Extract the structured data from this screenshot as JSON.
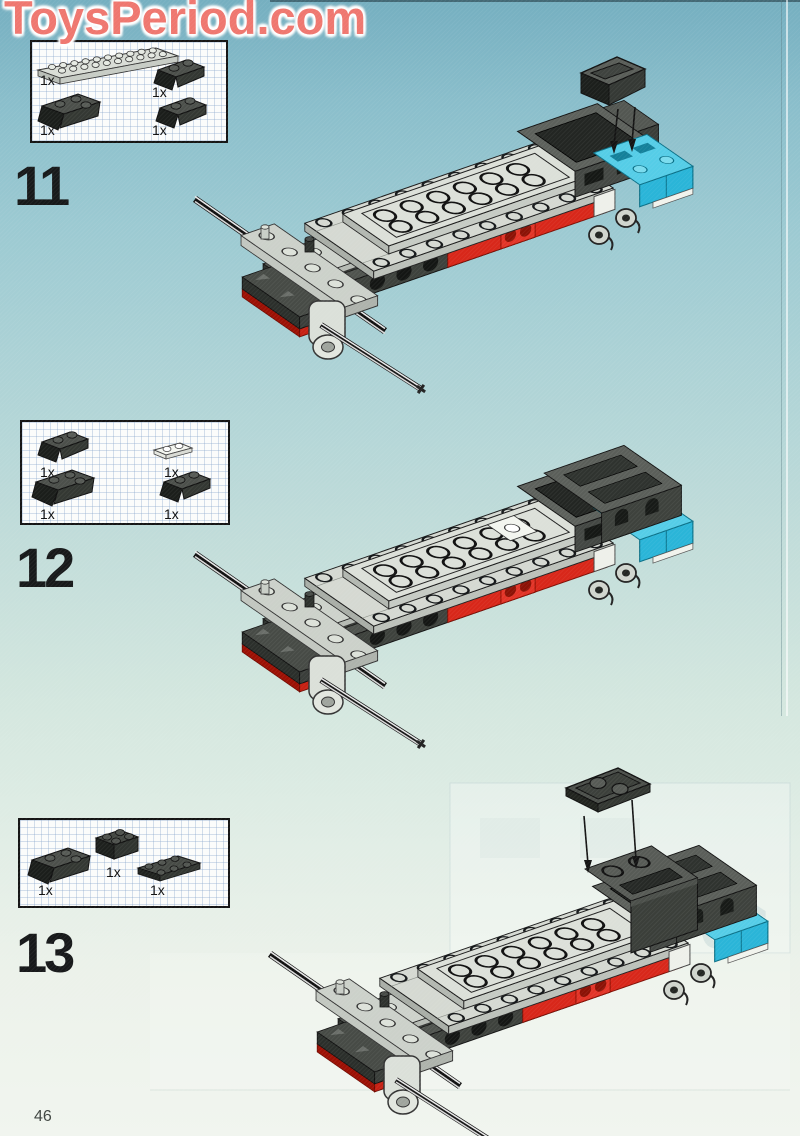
{
  "watermark": "ToysPeriod.com",
  "page_number": "46",
  "palette": {
    "background_top": "#75afc0",
    "background_bottom": "#f1f5ef",
    "brick_red": "#d8271a",
    "brick_cyan": "#2ab5d8",
    "brick_dark_gray": "#4a4e4a",
    "brick_light_gray": "#d5d9d2",
    "watermark_color": "#ef776f",
    "grid_line": "#8caacd"
  },
  "steps": [
    {
      "number": "11",
      "parts": [
        {
          "qty": "1x",
          "name": "plate-2x10-light-gray"
        },
        {
          "qty": "1x",
          "name": "slope-inverted-2x2-dark-gray"
        },
        {
          "qty": "1x",
          "name": "slope-inverted-3x2-dark-gray"
        },
        {
          "qty": "1x",
          "name": "slope-inverted-2x2-dark-gray"
        }
      ]
    },
    {
      "number": "12",
      "parts": [
        {
          "qty": "1x",
          "name": "slope-inverted-2x2-dark-gray"
        },
        {
          "qty": "1x",
          "name": "plate-1x2-white"
        },
        {
          "qty": "1x",
          "name": "slope-inverted-3x2-dark-gray"
        },
        {
          "qty": "1x",
          "name": "slope-inverted-2x2-dark-gray"
        }
      ]
    },
    {
      "number": "13",
      "parts": [
        {
          "qty": "1x",
          "name": "slope-inverted-3x2-dark-gray"
        },
        {
          "qty": "1x",
          "name": "brick-2x2-dark-gray"
        },
        {
          "qty": "1x",
          "name": "plate-2x3-dark-gray"
        }
      ]
    }
  ]
}
